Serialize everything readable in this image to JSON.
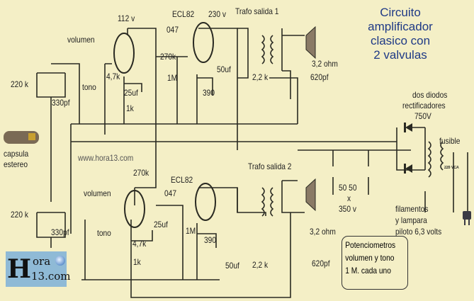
{
  "title": [
    "Circuito",
    "amplificador",
    "clasico con",
    "2 valvulas"
  ],
  "channel1": {
    "v1": "112 v",
    "tube": "ECL82",
    "v2": "230 v",
    "trafo": "Trafo salida 1",
    "cap047": "047",
    "volumen": "volumen",
    "r270k": "270k",
    "speaker": "3,2 ohm",
    "r220k": "220 k",
    "c330": "330pf",
    "tono": "tono",
    "r47k": "4,7k",
    "r1M": "1M",
    "c50uf": "50uf",
    "r22k": "2,2 k",
    "c620": "620pf",
    "c25uf": "25uf",
    "r390": "390",
    "r1k": "1k"
  },
  "channel2": {
    "r270k": "270k",
    "tube": "ECL82",
    "trafo": "Trafo salida 2",
    "volumen": "volumen",
    "cap047": "047",
    "r220k": "220 k",
    "c330": "330pf",
    "c25uf": "25uf",
    "r1M": "1M",
    "r390": "390",
    "tono": "tono",
    "r47k": "4,7k",
    "speaker": "3,2 ohm",
    "r22k": "2,2 k",
    "c620": "620pf",
    "r1k": "1k",
    "c50uf": "50uf"
  },
  "input": {
    "line1": "capsula",
    "line2": "estereo"
  },
  "website": "www.hora13.com",
  "power": {
    "diodes": [
      "dos diodos",
      "rectificadores",
      "750V"
    ],
    "fuse": "fusible",
    "mains": "220 VCA",
    "caps": [
      "50 50",
      "x",
      "350 v"
    ],
    "filaments": [
      "filamentos",
      "y lampara",
      "piloto 6,3 volts"
    ]
  },
  "note": [
    "Potenciometros",
    "volumen y tono",
    "1 M. cada uno"
  ],
  "logo": {
    "text1": "ora",
    "text2": "13.com",
    "letter": "H"
  },
  "colors": {
    "background": "#f4efc6",
    "title": "#1f3a86",
    "logo_bg": "#8fbad6"
  }
}
